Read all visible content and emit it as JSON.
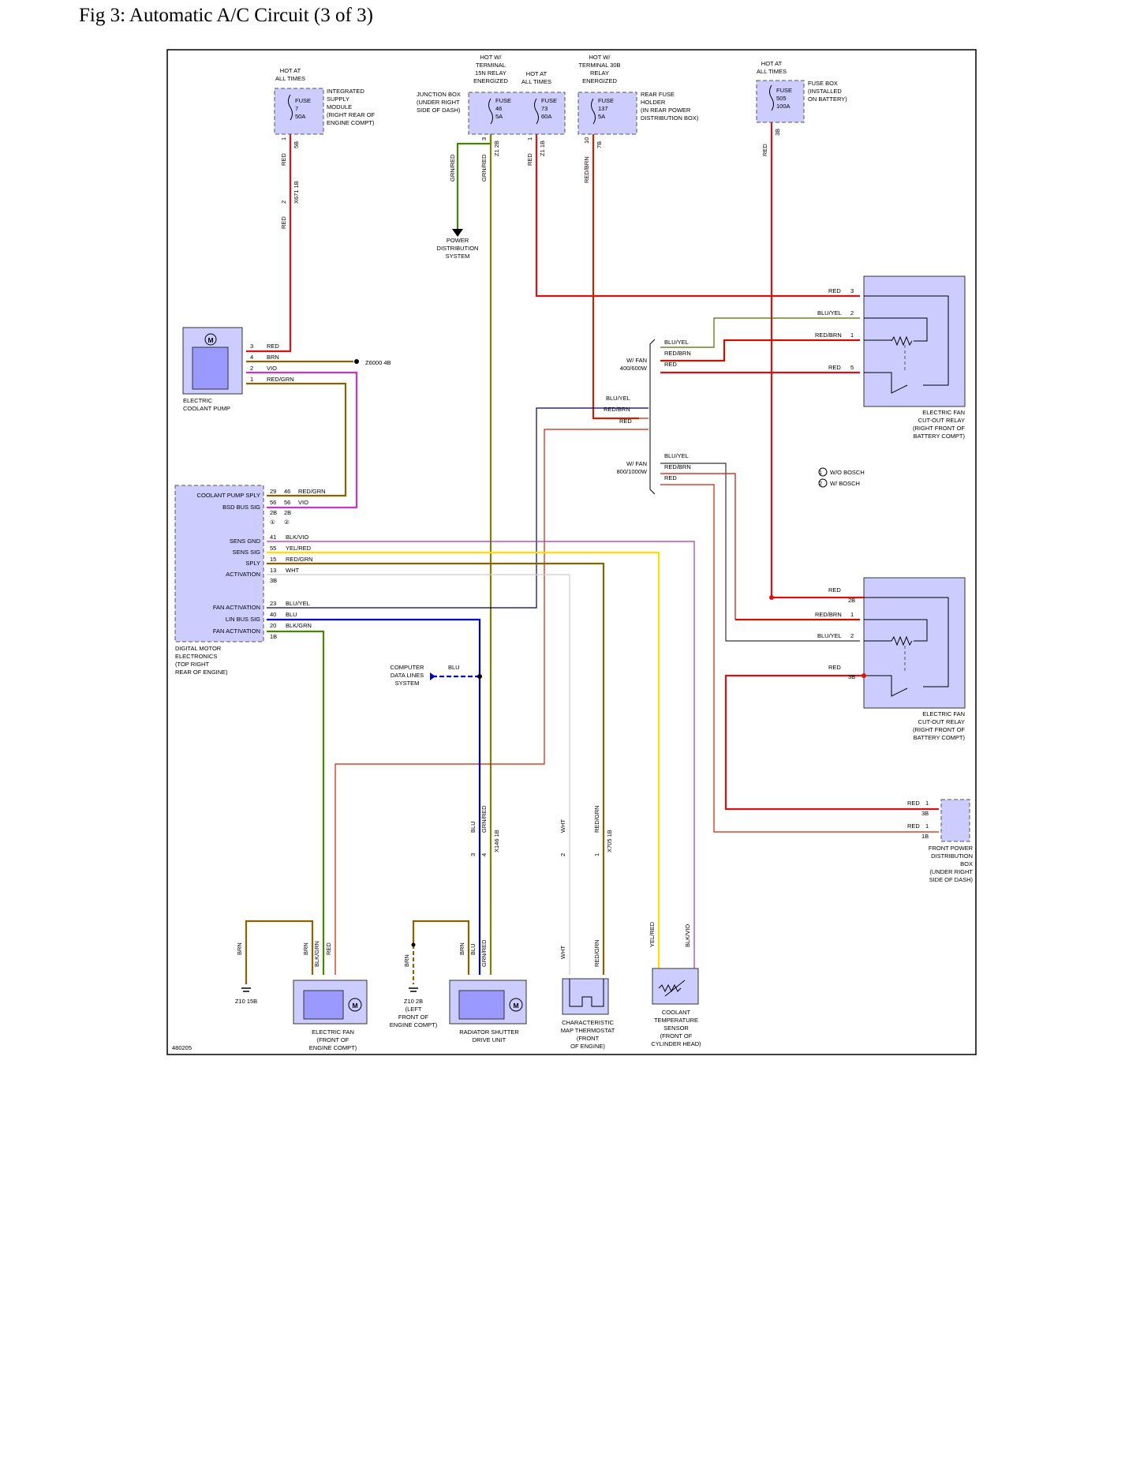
{
  "page": {
    "title": "Fig 3: Automatic A/C Circuit (3 of 3)"
  },
  "diagram_id": "480205",
  "hot_labels": {
    "ism": "HOT AT\nALL TIMES",
    "jb1": "HOT W/\nTERMINAL\n15N RELAY\nENERGIZED",
    "jb2": "HOT AT\nALL TIMES",
    "rfh": "HOT W/\nTERMINAL 30B\nRELAY\nENERGIZED",
    "fb": "HOT AT\nALL TIMES"
  },
  "fuses": {
    "ism": "FUSE\n7\n50A",
    "jb46": "FUSE\n46\n5A",
    "jb73": "FUSE\n73\n60A",
    "rfh137": "FUSE\n137\n5A",
    "fb505": "FUSE\n505\n100A"
  },
  "components": {
    "ism": "INTEGRATED\nSUPPLY\nMODULE\n(RIGHT REAR OF\nENGINE COMPT)",
    "junction_box": "JUNCTION BOX\n(UNDER RIGHT\nSIDE OF DASH)",
    "rear_fuse_holder": "REAR FUSE\nHOLDER\n(IN REAR POWER\nDISTRIBUTION BOX)",
    "fuse_box": "FUSE BOX\n(INSTALLED\nON BATTERY)",
    "power_dist": "POWER\nDISTRIBUTION\nSYSTEM",
    "coolant_pump": "ELECTRIC\nCOOLANT PUMP",
    "dme": "DIGITAL MOTOR\nELECTRONICS\n(TOP RIGHT\nREAR OF ENGINE)",
    "relay1": "ELECTRIC FAN\nCUT-OUT RELAY\n(RIGHT FRONT OF\nBATTERY COMPT)",
    "relay2": "ELECTRIC FAN\nCUT-OUT RELAY\n(RIGHT FRONT OF\nBATTERY COMPT)",
    "front_pdb": "FRONT POWER\nDISTRIBUTION\nBOX\n(UNDER RIGHT\nSIDE OF DASH)",
    "computer_data": "COMPUTER\nDATA LINES\nSYSTEM",
    "electric_fan": "ELECTRIC FAN\n(FRONT OF\nENGINE COMPT)",
    "shutter": "RADIATOR SHUTTER\nDRIVE UNIT",
    "thermostat": "CHARACTERISTIC\nMAP THERMOSTAT\n(FRONT\nOF ENGINE)",
    "cts": "COOLANT\nTEMPERATURE\nSENSOR\n(FRONT OF\nCYLINDER HEAD)",
    "g1": "Z10 15B",
    "g2": "Z10 2B\n(LEFT\nFRONT OF\nENGINE COMPT)",
    "splice_z6000": "Z6000 4B"
  },
  "dme_pins": {
    "coolant_pump_sply": "COOLANT PUMP SPLY",
    "bsd_bus_sig": "BSD BUS SIG",
    "sens_gnd": "SENS GND",
    "sens_sig": "SENS SIG",
    "sply": "SPLY",
    "activation": "ACTIVATION",
    "fan_activation1": "FAN ACTIVATION",
    "lin_bus_sig": "LIN BUS SIG",
    "fan_activation2": "FAN ACTIVATION"
  },
  "wire_colors": {
    "red": "RED",
    "brn": "BRN",
    "vio": "VIO",
    "red_grn": "RED/GRN",
    "blu_yel": "BLU/YEL",
    "red_brn": "RED/BRN",
    "grn_red": "GRN/RED",
    "blk_vio": "BLK/VIO",
    "yel_red": "YEL/RED",
    "wht": "WHT",
    "blu": "BLU",
    "blk_grn": "BLK/GRN"
  },
  "variants": {
    "fan_400": "W/ FAN\n400/600W",
    "fan_800": "W/ FAN\n800/1000W",
    "wo_bosch": "W/O BOSCH",
    "w_bosch": "W/ BOSCH"
  },
  "connectors": {
    "x671": "X671 1B",
    "z1_2b": "Z1 2B",
    "z1_1b": "Z1 1B",
    "x146": "X146 1B",
    "x705": "X705 1B",
    "c5b": "5B",
    "c7b": "7B",
    "c3b": "3B",
    "c2b": "2B",
    "c1b": "1B"
  },
  "pins": {
    "p1": "1",
    "p2": "2",
    "p3": "3",
    "p4": "4",
    "p5": "5",
    "p10": "10",
    "p13": "13",
    "p15": "15",
    "p20": "20",
    "p23": "23",
    "p29": "29",
    "p40": "40",
    "p41": "41",
    "p46": "46",
    "p55": "55",
    "p56": "56",
    "c1": "①",
    "c2": "②"
  },
  "colors": {
    "red": "#dd1111",
    "brown": "#8a6200",
    "olive": "#808000",
    "violet": "#cc33cc",
    "blue": "#0000cc",
    "navy": "#000066",
    "green": "#448800",
    "yellow": "#ffee00",
    "gray": "#888888",
    "wht": "#cccccc",
    "comp_fill": "#ccccff",
    "comp_inner": "#9999ff"
  }
}
